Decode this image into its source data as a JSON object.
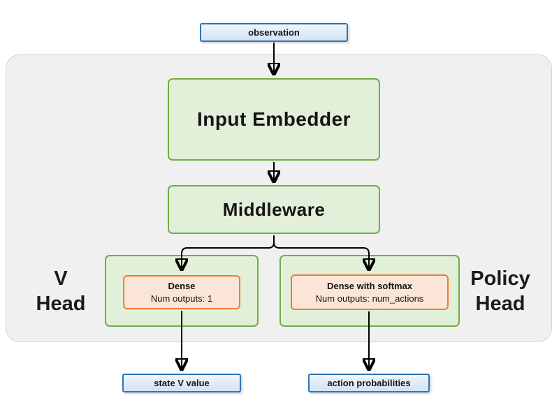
{
  "diagram": {
    "observation": {
      "label": "observation"
    },
    "input_embedder": {
      "label": "Input Embedder"
    },
    "middleware": {
      "label": "Middleware"
    },
    "v_head": {
      "line1": "V",
      "line2": "Head"
    },
    "policy_head": {
      "line1": "Policy",
      "line2": "Head"
    },
    "dense": {
      "title": "Dense",
      "subtitle": "Num outputs: 1"
    },
    "dense_with_softmax": {
      "title": "Dense with softmax",
      "subtitle": "Num outputs: num_actions"
    },
    "state_v_value": {
      "label": "state V value"
    },
    "action_probabilities": {
      "label": "action probabilities"
    },
    "colors": {
      "blue_fill": "#d2e3f3",
      "blue_border": "#2e75b6",
      "green_fill": "#e2efd9",
      "green_border": "#70ad47",
      "orange_fill": "#fbe5d6",
      "orange_border": "#ed7d31",
      "container_fill": "#f0f0f0",
      "container_border": "#d4d4d4",
      "arrow": "#000000"
    }
  }
}
